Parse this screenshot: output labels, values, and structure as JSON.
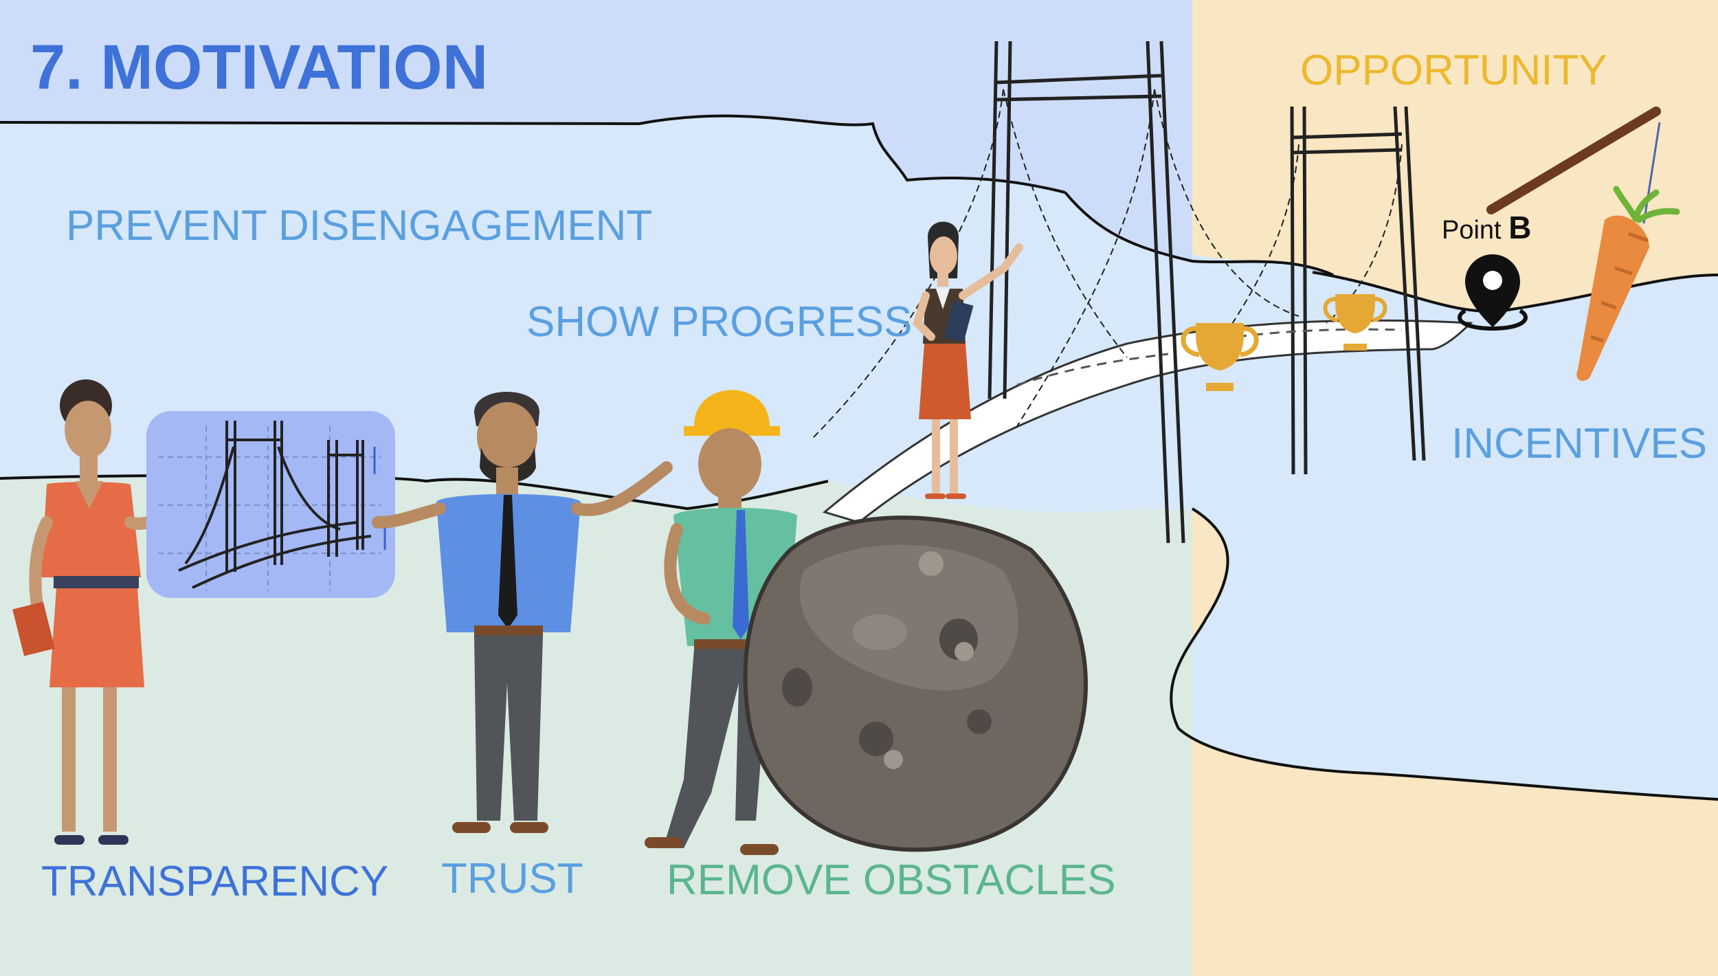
{
  "slide": {
    "title": "7. MOTIVATION",
    "labels": {
      "prevent_disengagement": "PREVENT DISENGAGEMENT",
      "show_progress": "SHOW PROGRESS",
      "opportunity": "OPPORTUNITY",
      "incentives": "INCENTIVES",
      "transparency": "TRANSPARENCY",
      "trust": "TRUST",
      "remove_obstacles": "REMOVE OBSTACLES"
    },
    "destination": {
      "prefix": "Point",
      "letter": "B"
    }
  },
  "colors": {
    "title": "#3f72d8",
    "label_light_blue": "#5a9fe0",
    "label_dark_blue": "#3f72d8",
    "label_green": "#5bb590",
    "label_gold": "#ecb92e",
    "sky_left": "#cddcf8",
    "sky_right": "#f9e6c2",
    "water": "#d6e8fa",
    "ground": "#dbeae3",
    "boulder": "#6e6760",
    "trophy": "#e5a834",
    "carrot": "#e98a3f"
  },
  "icons": [
    "bridge-icon",
    "trophy-icon",
    "location-pin-icon",
    "carrot-icon",
    "stick-icon",
    "boulder-icon",
    "chart-icon",
    "hard-hat-icon",
    "clipboard-icon",
    "folder-icon"
  ]
}
